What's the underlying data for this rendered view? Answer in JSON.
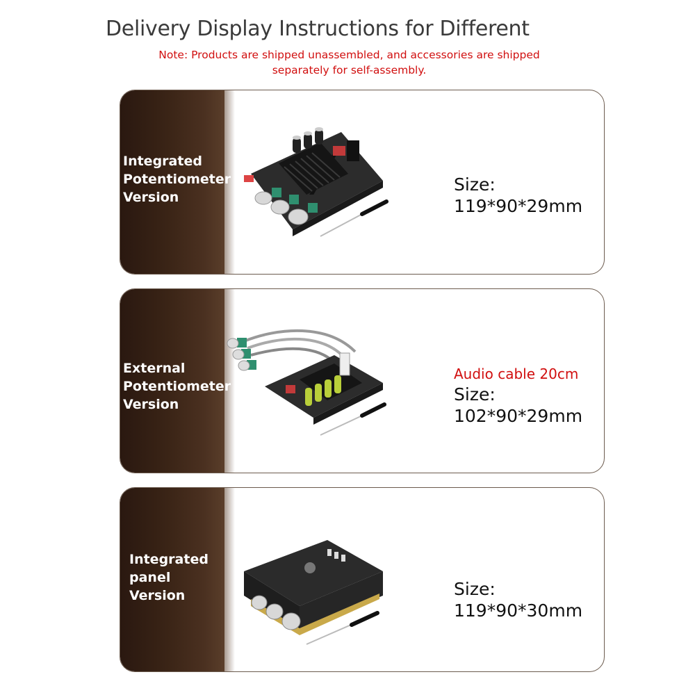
{
  "header": {
    "title": "Delivery Display Instructions for Different",
    "note": "Note: Products are shipped unassembled, and accessories are shipped separately for self-assembly."
  },
  "versions": [
    {
      "label": "Integrated\nPotentiometer\nVersion",
      "size_label": "Size:",
      "size_value": "119*90*29mm"
    },
    {
      "label": "External\nPotentiometer\nVersion",
      "cable_note": "Audio cable 20cm",
      "size_label": "Size:",
      "size_value": "102*90*29mm"
    },
    {
      "label": "Integrated\npanel\nVersion",
      "size_label": "Size:",
      "size_value": "119*90*30mm"
    }
  ],
  "colors": {
    "label_panel": "#3a2416",
    "note_red": "#d10f0f",
    "card_border": "#6b5a4d"
  }
}
